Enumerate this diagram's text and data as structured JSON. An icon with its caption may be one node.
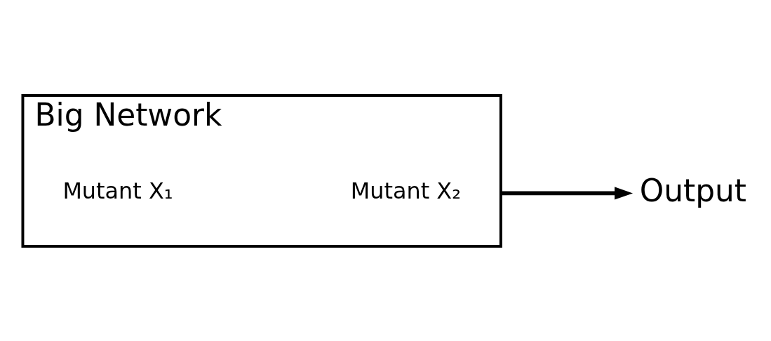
{
  "diagram": {
    "nodes": [
      {
        "text": [
          "Big Network"
        ]
      },
      {
        "text": [
          "Mutant X₁"
        ],
        "in": 0
      },
      {
        "text": [
          "Mutant X₂"
        ],
        "in": 0
      },
      {
        "text": [
          "Output"
        ]
      }
    ],
    "edges": [
      {
        "from": 0,
        "to": 3,
        "arrow": "to"
      }
    ]
  }
}
